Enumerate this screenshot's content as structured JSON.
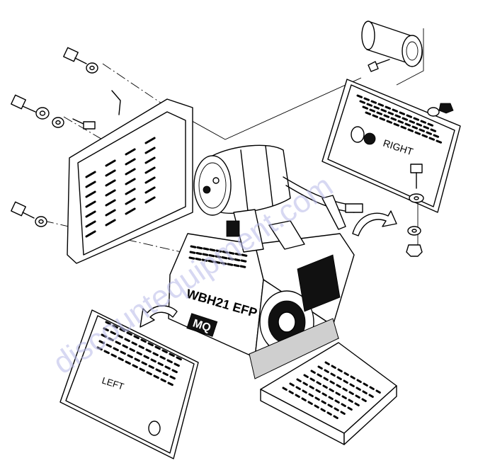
{
  "labels": {
    "right_panel": "RIGHT",
    "left_panel": "LEFT",
    "model": "WBH21 EFP",
    "logo": "MQ"
  },
  "watermark": "discountequipment.com",
  "colors": {
    "line": "#000000",
    "watermark": "#b7b9e8"
  }
}
